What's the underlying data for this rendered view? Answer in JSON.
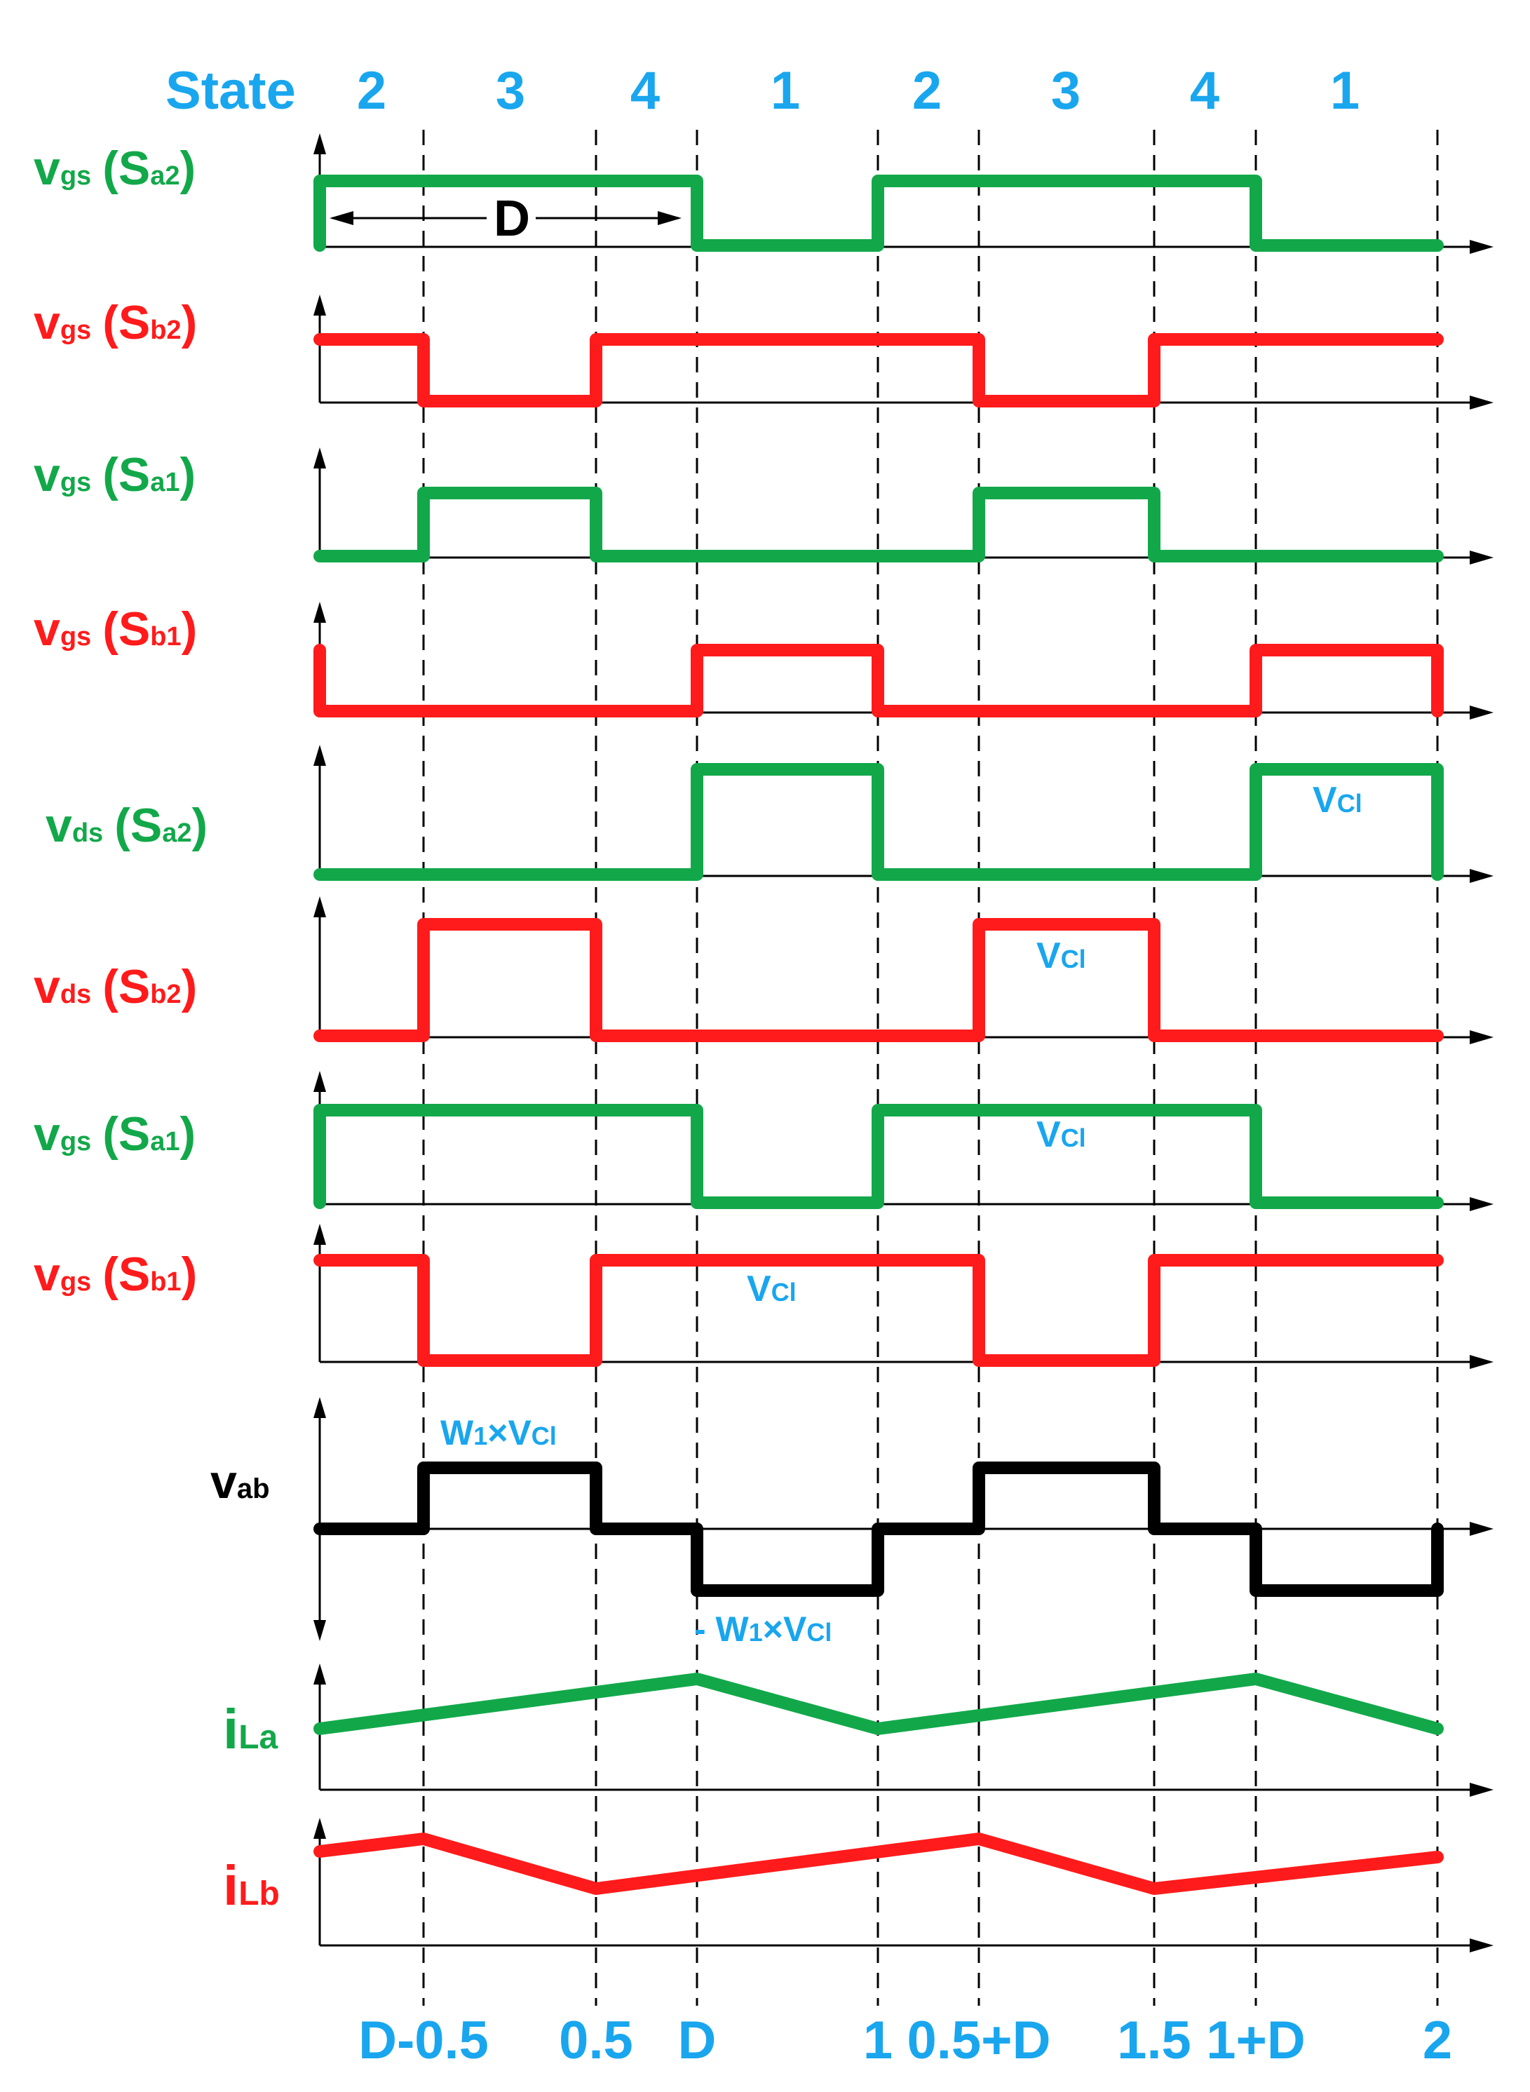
{
  "colors": {
    "green": "#12a84a",
    "red": "#ff1b1b",
    "blue": "#19a6ee",
    "black": "#000000"
  },
  "states": {
    "title": "State",
    "labels": [
      "2",
      "3",
      "4",
      "1",
      "2",
      "3",
      "4",
      "1"
    ]
  },
  "duty_marker": "D",
  "ticks": [
    "D-0.5",
    "0.5",
    "D",
    "1",
    "0.5+D",
    "1.5",
    "1+D",
    "2"
  ],
  "rows": [
    {
      "main": "v",
      "sub": "gs",
      "sw": "S",
      "swsub": "a2",
      "color": "green",
      "pattern": "Sa2",
      "open": "(",
      "close": ")"
    },
    {
      "main": "v",
      "sub": "gs",
      "sw": "S",
      "swsub": "b2",
      "color": "red",
      "pattern": "Sb2",
      "open": "(",
      "close": ")"
    },
    {
      "main": "v",
      "sub": "gs",
      "sw": "S",
      "swsub": "a1",
      "color": "green",
      "pattern": "Sa1",
      "open": "(",
      "close": ")"
    },
    {
      "main": "v",
      "sub": "gs",
      "sw": "S",
      "swsub": "b1",
      "color": "red",
      "pattern": "Sb1",
      "open": "(",
      "close": ")"
    },
    {
      "main": "v",
      "sub": "ds",
      "sw": "S",
      "swsub": "a2",
      "color": "green",
      "pattern": "Sb1",
      "open": "(",
      "close": ")"
    },
    {
      "main": "v",
      "sub": "ds",
      "sw": "S",
      "swsub": "b2",
      "color": "red",
      "pattern": "Sa1",
      "open": "(",
      "close": ")"
    },
    {
      "main": "v",
      "sub": "gs",
      "sw": "S",
      "swsub": "a1",
      "color": "green",
      "pattern": "Sa2",
      "open": "(",
      "close": ")"
    },
    {
      "main": "v",
      "sub": "gs",
      "sw": "S",
      "swsub": "b1",
      "color": "red",
      "pattern": "Sb2",
      "open": "(",
      "close": ")"
    }
  ],
  "vab": {
    "main": "v",
    "sub": "ab"
  },
  "ila": {
    "main": "i",
    "sub": "La"
  },
  "ilb": {
    "main": "i",
    "sub": "Lb"
  },
  "annotations": {
    "vcl_main": "V",
    "vcl_sub": "Cl",
    "w_main": "W",
    "w_sub": "1",
    "times": "×",
    "neg": "- "
  }
}
